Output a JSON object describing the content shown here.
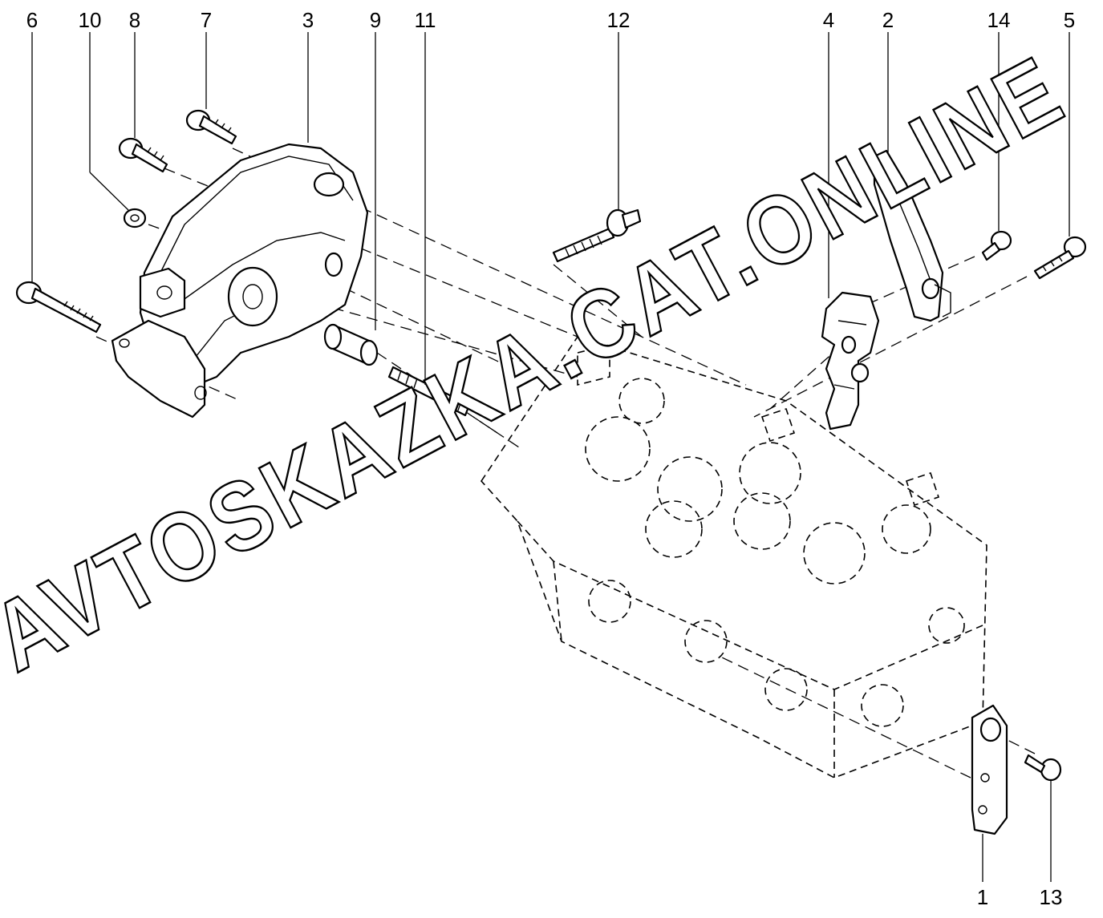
{
  "diagram": {
    "callouts": [
      {
        "id": "6",
        "label": "6"
      },
      {
        "id": "10",
        "label": "10"
      },
      {
        "id": "8",
        "label": "8"
      },
      {
        "id": "7",
        "label": "7"
      },
      {
        "id": "3",
        "label": "3"
      },
      {
        "id": "9",
        "label": "9"
      },
      {
        "id": "11",
        "label": "11"
      },
      {
        "id": "12",
        "label": "12"
      },
      {
        "id": "4",
        "label": "4"
      },
      {
        "id": "2",
        "label": "2"
      },
      {
        "id": "14",
        "label": "14"
      },
      {
        "id": "5",
        "label": "5"
      },
      {
        "id": "1",
        "label": "1"
      },
      {
        "id": "13",
        "label": "13"
      }
    ],
    "watermark": "AVTOSKAZKA.CAT.ONLINE"
  }
}
